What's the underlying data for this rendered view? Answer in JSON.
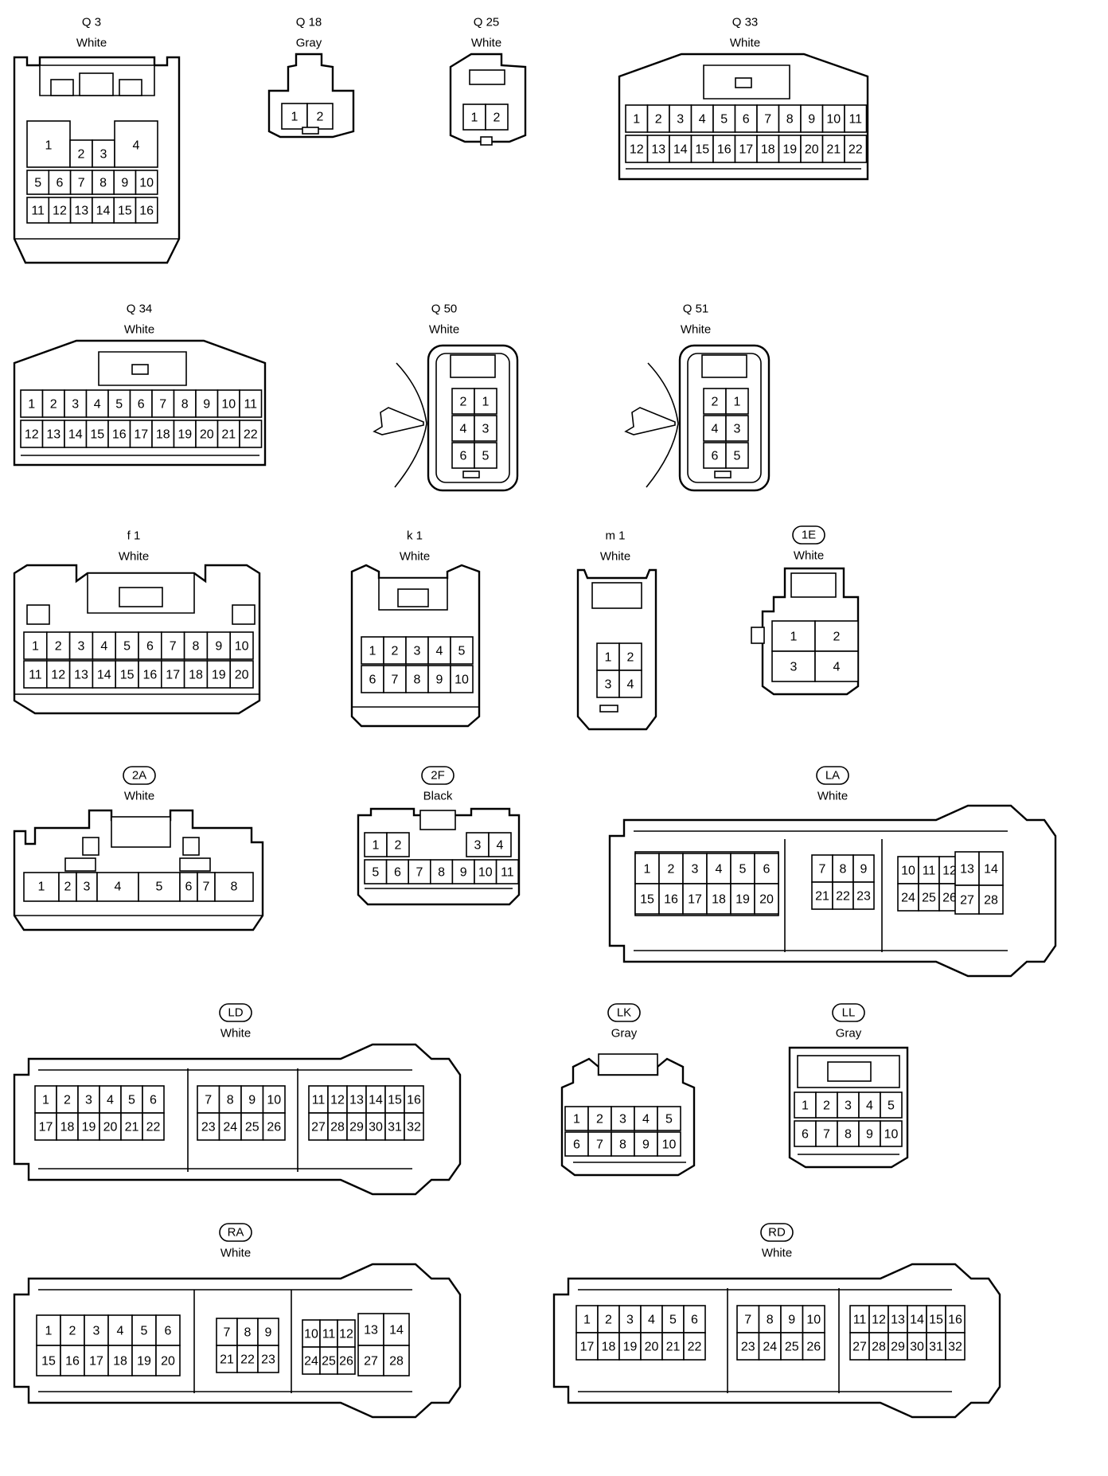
{
  "connectors": [
    {
      "id": "Q 3",
      "color": "White"
    },
    {
      "id": "Q 18",
      "color": "Gray"
    },
    {
      "id": "Q 25",
      "color": "White"
    },
    {
      "id": "Q 33",
      "color": "White"
    },
    {
      "id": "Q 34",
      "color": "White"
    },
    {
      "id": "Q 50",
      "color": "White"
    },
    {
      "id": "Q 51",
      "color": "White"
    },
    {
      "id": "f 1",
      "color": "White"
    },
    {
      "id": "k 1",
      "color": "White"
    },
    {
      "id": "m 1",
      "color": "White"
    },
    {
      "id": "1E",
      "color": "White",
      "circled": true
    },
    {
      "id": "2A",
      "color": "White",
      "circled": true
    },
    {
      "id": "2F",
      "color": "Black",
      "circled": true
    },
    {
      "id": "LA",
      "color": "White",
      "circled": true
    },
    {
      "id": "LD",
      "color": "White",
      "circled": true
    },
    {
      "id": "LK",
      "color": "Gray",
      "circled": true
    },
    {
      "id": "LL",
      "color": "Gray",
      "circled": true
    },
    {
      "id": "RA",
      "color": "White",
      "circled": true
    },
    {
      "id": "RD",
      "color": "White",
      "circled": true
    }
  ]
}
